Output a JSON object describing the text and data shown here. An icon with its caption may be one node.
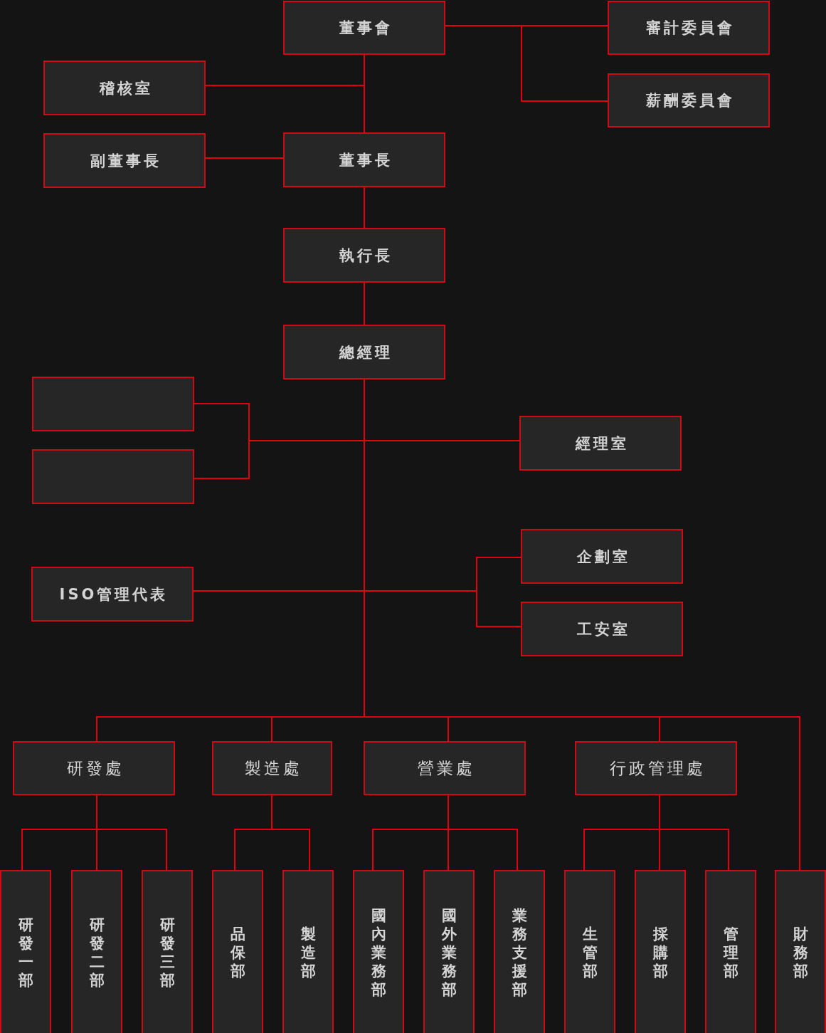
{
  "diagram": {
    "nodes": [
      {
        "text": [
          "董事會"
        ]
      },
      {
        "text": [
          "審計委員會"
        ]
      },
      {
        "text": [
          "稽核室"
        ]
      },
      {
        "text": [
          "薪酬委員會"
        ]
      },
      {
        "text": [
          "副董事長"
        ]
      },
      {
        "text": [
          "董事長"
        ]
      },
      {
        "text": [
          "執行長"
        ]
      },
      {
        "text": [
          "總經理"
        ]
      },
      {
        "text": [],
        "shape": "box"
      },
      {
        "text": [
          "經理室"
        ]
      },
      {
        "text": [],
        "shape": "box"
      },
      {
        "text": [
          "企劃室"
        ]
      },
      {
        "text": [
          "ISO管理代表"
        ]
      },
      {
        "text": [
          "工安室"
        ]
      },
      {
        "text": [
          "研發處"
        ]
      },
      {
        "text": [
          "製造處"
        ]
      },
      {
        "text": [
          "營業處"
        ]
      },
      {
        "text": [
          "行政管理處"
        ]
      },
      {
        "text": [
          "研發一部"
        ]
      },
      {
        "text": [
          "研發二部"
        ]
      },
      {
        "text": [
          "研發三部"
        ]
      },
      {
        "text": [
          "品保部"
        ]
      },
      {
        "text": [
          "製造部"
        ]
      },
      {
        "text": [
          "國內業務部"
        ]
      },
      {
        "text": [
          "國外業務部"
        ]
      },
      {
        "text": [
          "業務支援部"
        ]
      },
      {
        "text": [
          "生管部"
        ]
      },
      {
        "text": [
          "採購部"
        ]
      },
      {
        "text": [
          "管理部"
        ]
      },
      {
        "text": [
          "財務部"
        ]
      }
    ],
    "edges": [
      {
        "from": 0,
        "to": 1,
        "arrow": "none"
      },
      {
        "from": 0,
        "to": 3,
        "arrow": "none"
      },
      {
        "from": 0,
        "to": 2,
        "arrow": "none"
      },
      {
        "from": 0,
        "to": 5,
        "arrow": "none"
      },
      {
        "from": 5,
        "to": 4,
        "arrow": "none"
      },
      {
        "from": 5,
        "to": 6,
        "arrow": "none"
      },
      {
        "from": 6,
        "to": 7,
        "arrow": "none"
      },
      {
        "from": 7,
        "to": 8,
        "arrow": "none"
      },
      {
        "from": 7,
        "to": 10,
        "arrow": "none"
      },
      {
        "from": 7,
        "to": 9,
        "arrow": "none"
      },
      {
        "from": 7,
        "to": 12,
        "arrow": "none"
      },
      {
        "from": 7,
        "to": 11,
        "arrow": "none"
      },
      {
        "from": 7,
        "to": 13,
        "arrow": "none"
      },
      {
        "from": 7,
        "to": 14,
        "arrow": "none"
      },
      {
        "from": 7,
        "to": 15,
        "arrow": "none"
      },
      {
        "from": 7,
        "to": 16,
        "arrow": "none"
      },
      {
        "from": 7,
        "to": 17,
        "arrow": "none"
      },
      {
        "from": 7,
        "to": 29,
        "arrow": "none"
      },
      {
        "from": 14,
        "to": 18,
        "arrow": "none"
      },
      {
        "from": 14,
        "to": 19,
        "arrow": "none"
      },
      {
        "from": 14,
        "to": 20,
        "arrow": "none"
      },
      {
        "from": 15,
        "to": 21,
        "arrow": "none"
      },
      {
        "from": 15,
        "to": 22,
        "arrow": "none"
      },
      {
        "from": 16,
        "to": 23,
        "arrow": "none"
      },
      {
        "from": 16,
        "to": 24,
        "arrow": "none"
      },
      {
        "from": 16,
        "to": 25,
        "arrow": "none"
      },
      {
        "from": 17,
        "to": 26,
        "arrow": "none"
      },
      {
        "from": 17,
        "to": 27,
        "arrow": "none"
      },
      {
        "from": 17,
        "to": 28,
        "arrow": "none"
      }
    ]
  }
}
